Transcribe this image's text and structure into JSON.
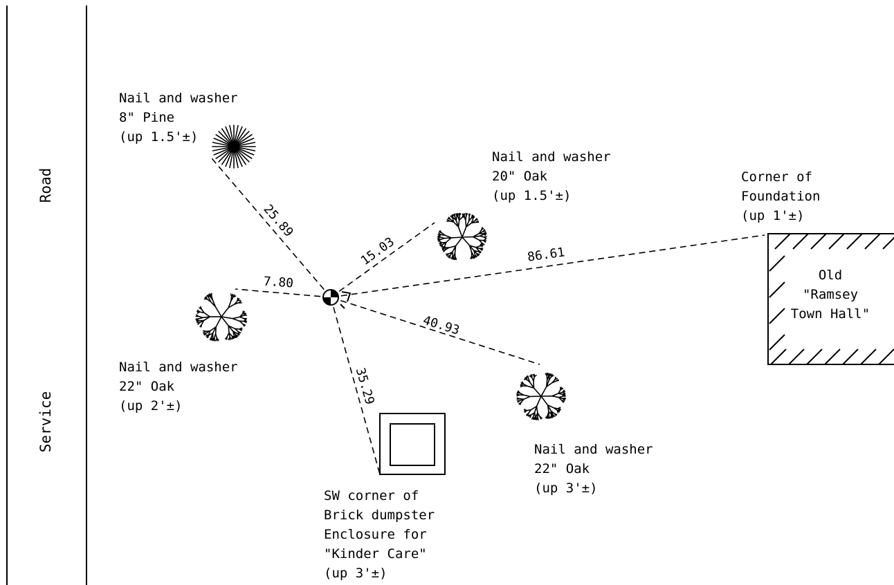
{
  "road_labels": {
    "road": "Road",
    "service": "Service"
  },
  "points": {
    "pine": {
      "lines": [
        "Nail and washer",
        "8\" Pine",
        "(up 1.5'±)"
      ]
    },
    "oak20": {
      "lines": [
        "Nail and washer",
        "20\" Oak",
        "(up 1.5'±)"
      ]
    },
    "oak22_left": {
      "lines": [
        "Nail and washer",
        "22\" Oak",
        "(up 2'±)"
      ]
    },
    "oak22_right": {
      "lines": [
        "Nail and washer",
        "22\" Oak",
        "(up 3'±)"
      ]
    },
    "foundation": {
      "lines": [
        "Corner of",
        "Foundation",
        "(up 1'±)"
      ]
    },
    "dumpster": {
      "lines": [
        "SW corner of",
        "Brick dumpster",
        "Enclosure for",
        "\"Kinder Care\"",
        "(up 3'±)"
      ]
    }
  },
  "building": {
    "lines": [
      "Old",
      "\"Ramsey",
      "Town Hall\""
    ]
  },
  "distances": {
    "to_pine": "25.89",
    "to_oak20": "15.03",
    "to_foundation": "86.61",
    "to_oak22_left": "7.80",
    "to_oak22_right": "40.93",
    "to_dumpster": "35.29"
  }
}
